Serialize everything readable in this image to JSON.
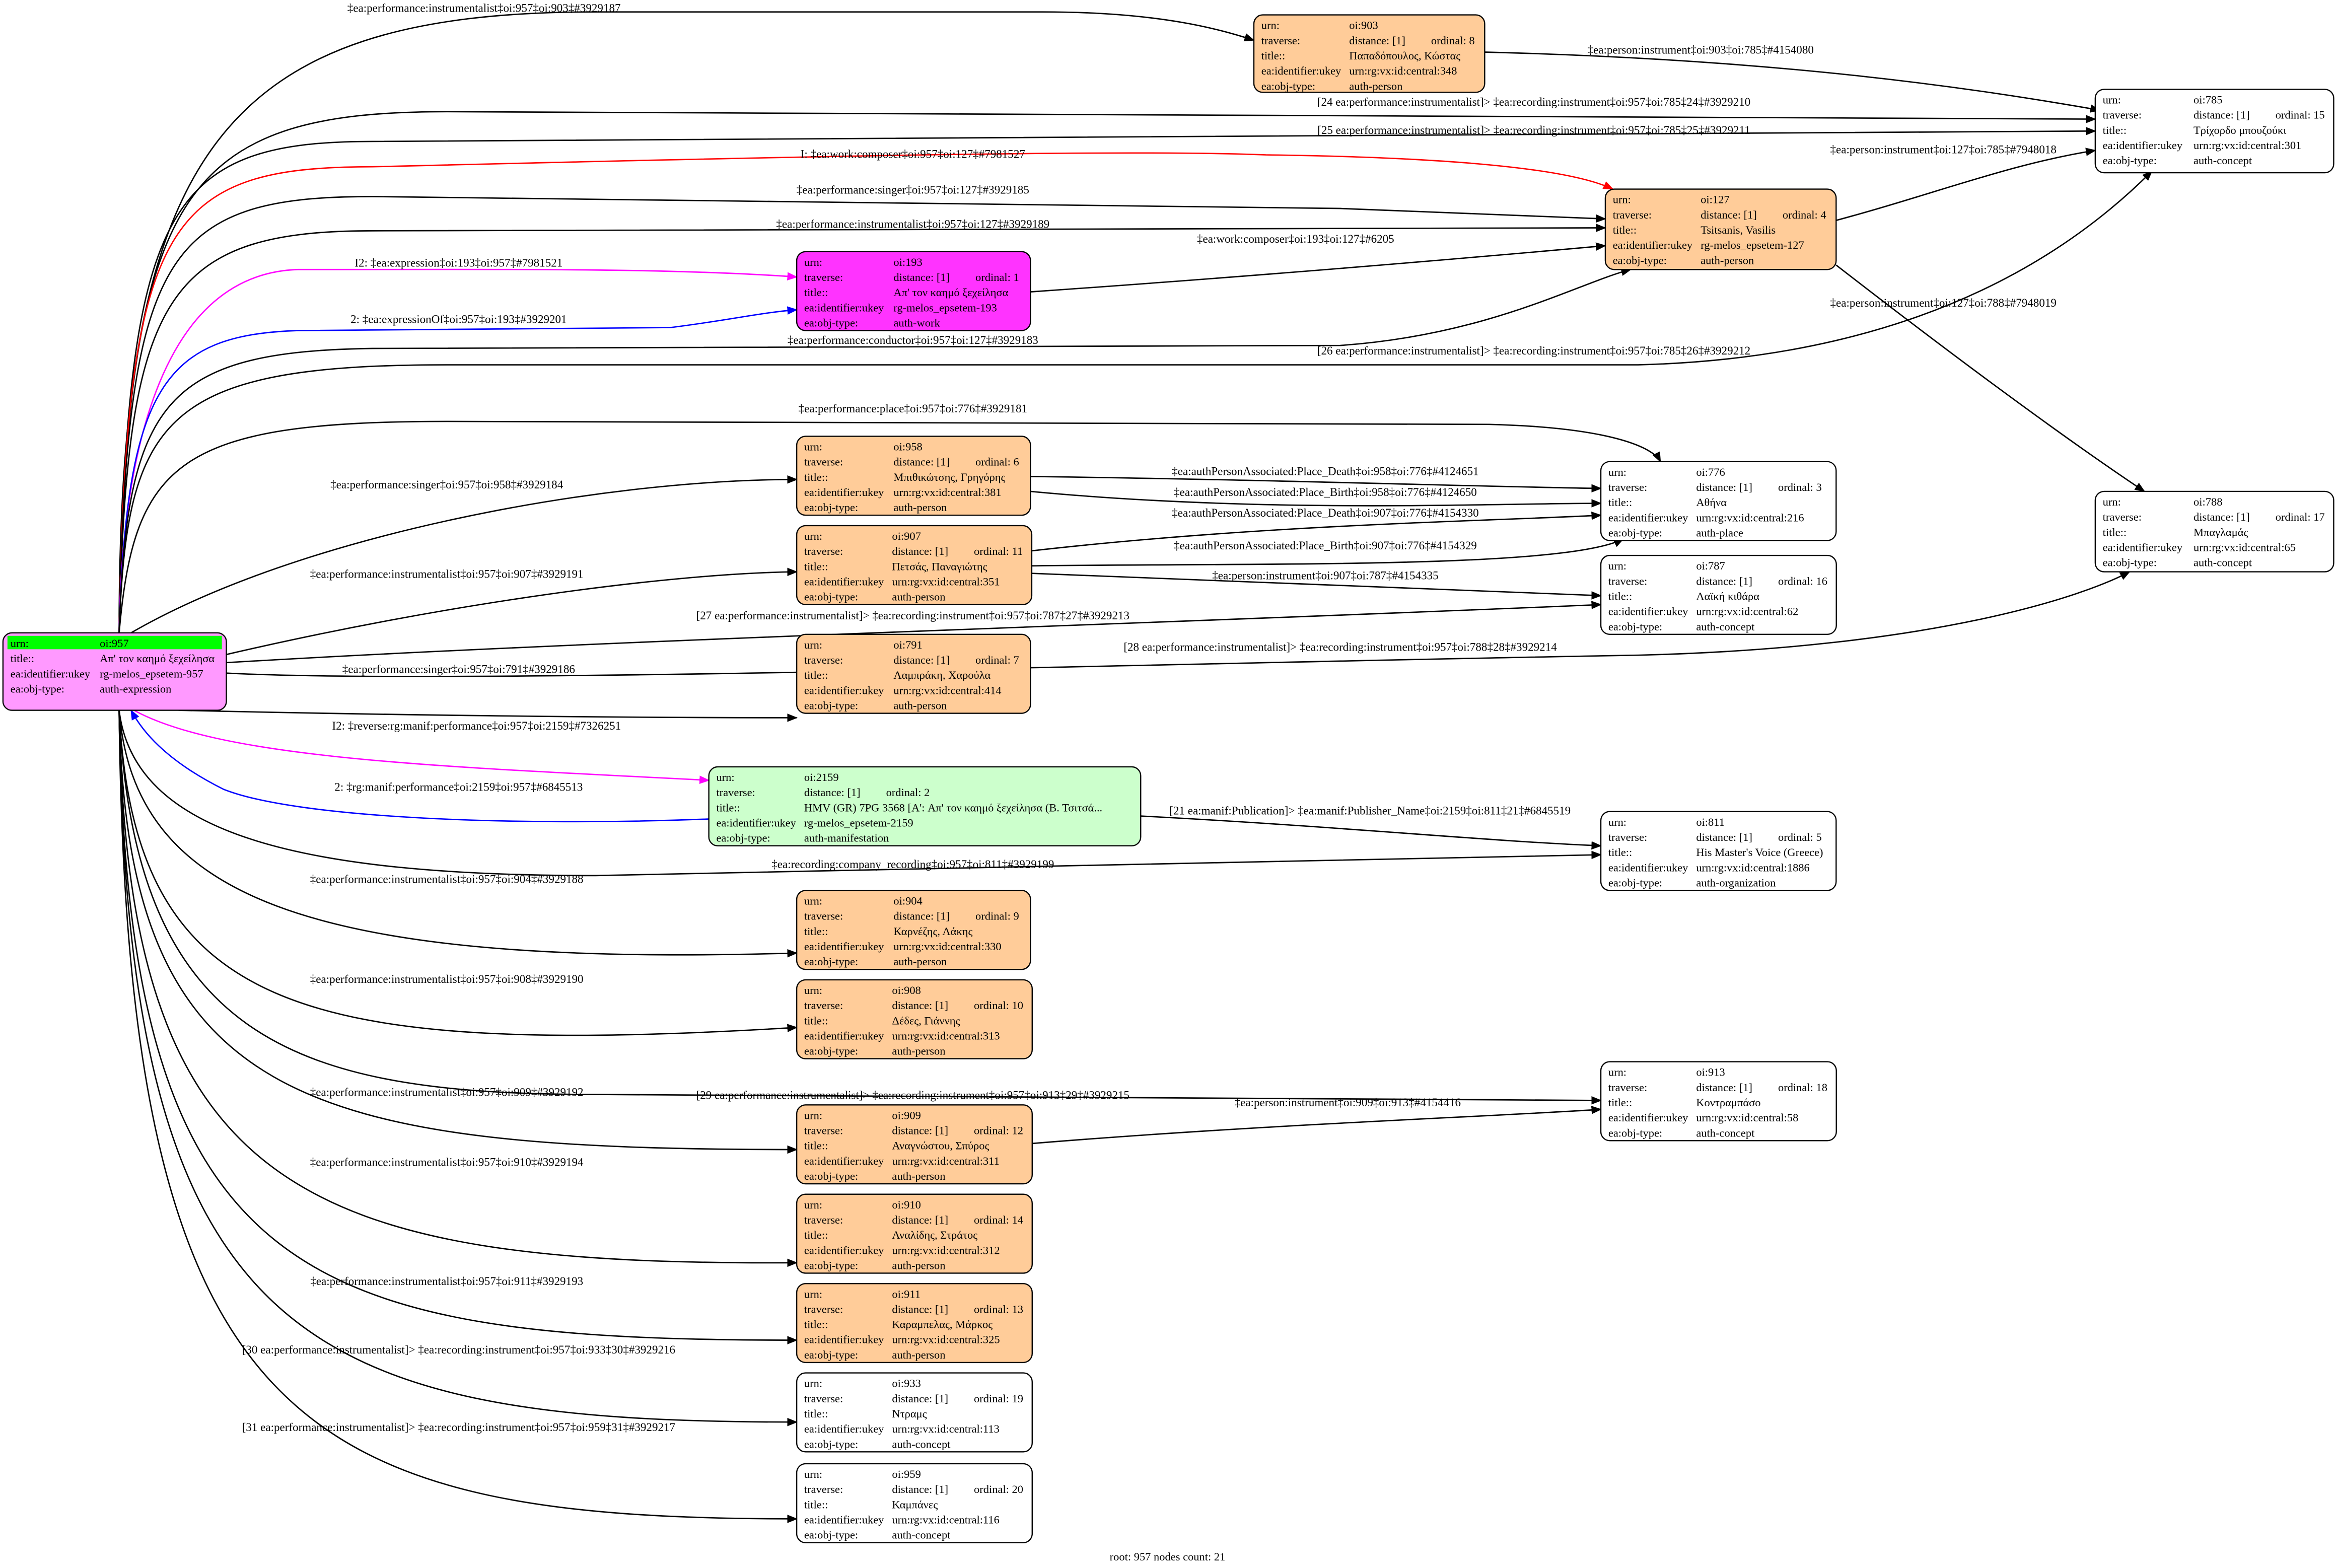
{
  "footer": "root: 957 nodes count: 21",
  "row_labels": {
    "urn": "urn:",
    "traverse": "traverse:",
    "title": "title::",
    "ukey": "ea:identifier:ukey",
    "objtype": "ea:obj-type:"
  },
  "colors": {
    "root": "#ff99ff",
    "root_urn_highlight": "#00ff00",
    "person": "#ffcc99",
    "work": "#ff33ff",
    "manifestation": "#ccffcc",
    "concept": "#ffffff",
    "composer_edge": "#ff0000",
    "expression_edge": "#ff00ff",
    "expressionOf_edge": "#0000ff"
  },
  "nodes": [
    {
      "id": "957",
      "urn": "oi:957",
      "title": "Απ' τον καημό ξεχείλησα",
      "ukey": "rg-melos_epsetem-957",
      "objtype": "auth-expression",
      "fill": "#ff99ff"
    },
    {
      "id": "903",
      "urn": "oi:903",
      "distance": "distance: [1]",
      "ordinal": "ordinal: 8",
      "title": "Παπαδόπουλος, Κώστας",
      "ukey": "urn:rg:vx:id:central:348",
      "objtype": "auth-person",
      "fill": "#ffcc99"
    },
    {
      "id": "785",
      "urn": "oi:785",
      "distance": "distance: [1]",
      "ordinal": "ordinal: 15",
      "title": "Τρίχορδο μπουζούκι",
      "ukey": "urn:rg:vx:id:central:301",
      "objtype": "auth-concept",
      "fill": "#ffffff"
    },
    {
      "id": "127",
      "urn": "oi:127",
      "distance": "distance: [1]",
      "ordinal": "ordinal: 4",
      "title": "Tsitsanis, Vasilis",
      "ukey": "rg-melos_epsetem-127",
      "objtype": "auth-person",
      "fill": "#ffcc99"
    },
    {
      "id": "193",
      "urn": "oi:193",
      "distance": "distance: [1]",
      "ordinal": "ordinal: 1",
      "title": "Απ' τον καημό ξεχείλησα",
      "ukey": "rg-melos_epsetem-193",
      "objtype": "auth-work",
      "fill": "#ff33ff"
    },
    {
      "id": "958",
      "urn": "oi:958",
      "distance": "distance: [1]",
      "ordinal": "ordinal: 6",
      "title": "Μπιθικώτσης, Γρηγόρης",
      "ukey": "urn:rg:vx:id:central:381",
      "objtype": "auth-person",
      "fill": "#ffcc99"
    },
    {
      "id": "907",
      "urn": "oi:907",
      "distance": "distance: [1]",
      "ordinal": "ordinal: 11",
      "title": "Πετσάς, Παναγιώτης",
      "ukey": "urn:rg:vx:id:central:351",
      "objtype": "auth-person",
      "fill": "#ffcc99"
    },
    {
      "id": "776",
      "urn": "oi:776",
      "distance": "distance: [1]",
      "ordinal": "ordinal: 3",
      "title": "Αθήνα",
      "ukey": "urn:rg:vx:id:central:216",
      "objtype": "auth-place",
      "fill": "#ffffff"
    },
    {
      "id": "787",
      "urn": "oi:787",
      "distance": "distance: [1]",
      "ordinal": "ordinal: 16",
      "title": "Λαϊκή κιθάρα",
      "ukey": "urn:rg:vx:id:central:62",
      "objtype": "auth-concept",
      "fill": "#ffffff"
    },
    {
      "id": "788",
      "urn": "oi:788",
      "distance": "distance: [1]",
      "ordinal": "ordinal: 17",
      "title": "Μπαγλαμάς",
      "ukey": "urn:rg:vx:id:central:65",
      "objtype": "auth-concept",
      "fill": "#ffffff"
    },
    {
      "id": "791",
      "urn": "oi:791",
      "distance": "distance: [1]",
      "ordinal": "ordinal: 7",
      "title": "Λαμπράκη, Χαρούλα",
      "ukey": "urn:rg:vx:id:central:414",
      "objtype": "auth-person",
      "fill": "#ffcc99"
    },
    {
      "id": "2159",
      "urn": "oi:2159",
      "distance": "distance: [1]",
      "ordinal": "ordinal: 2",
      "title": "HMV (GR) 7PG 3568 [A': Απ' τον καημό ξεχείλησα (Β. Τσιτσά...",
      "ukey": "rg-melos_epsetem-2159",
      "objtype": "auth-manifestation",
      "fill": "#ccffcc"
    },
    {
      "id": "811",
      "urn": "oi:811",
      "distance": "distance: [1]",
      "ordinal": "ordinal: 5",
      "title": "His Master's Voice (Greece)",
      "ukey": "urn:rg:vx:id:central:1886",
      "objtype": "auth-organization",
      "fill": "#ffffff"
    },
    {
      "id": "904",
      "urn": "oi:904",
      "distance": "distance: [1]",
      "ordinal": "ordinal: 9",
      "title": "Καρνέζης, Λάκης",
      "ukey": "urn:rg:vx:id:central:330",
      "objtype": "auth-person",
      "fill": "#ffcc99"
    },
    {
      "id": "908",
      "urn": "oi:908",
      "distance": "distance: [1]",
      "ordinal": "ordinal: 10",
      "title": "Δέδες, Γιάννης",
      "ukey": "urn:rg:vx:id:central:313",
      "objtype": "auth-person",
      "fill": "#ffcc99"
    },
    {
      "id": "913",
      "urn": "oi:913",
      "distance": "distance: [1]",
      "ordinal": "ordinal: 18",
      "title": "Κοντραμπάσο",
      "ukey": "urn:rg:vx:id:central:58",
      "objtype": "auth-concept",
      "fill": "#ffffff"
    },
    {
      "id": "909",
      "urn": "oi:909",
      "distance": "distance: [1]",
      "ordinal": "ordinal: 12",
      "title": "Αναγνώστου, Σπύρος",
      "ukey": "urn:rg:vx:id:central:311",
      "objtype": "auth-person",
      "fill": "#ffcc99"
    },
    {
      "id": "910",
      "urn": "oi:910",
      "distance": "distance: [1]",
      "ordinal": "ordinal: 14",
      "title": "Αναλίδης, Στράτος",
      "ukey": "urn:rg:vx:id:central:312",
      "objtype": "auth-person",
      "fill": "#ffcc99"
    },
    {
      "id": "911",
      "urn": "oi:911",
      "distance": "distance: [1]",
      "ordinal": "ordinal: 13",
      "title": "Καραμπελας, Μάρκος",
      "ukey": "urn:rg:vx:id:central:325",
      "objtype": "auth-person",
      "fill": "#ffcc99"
    },
    {
      "id": "933",
      "urn": "oi:933",
      "distance": "distance: [1]",
      "ordinal": "ordinal: 19",
      "title": "Ντραμς",
      "ukey": "urn:rg:vx:id:central:113",
      "objtype": "auth-concept",
      "fill": "#ffffff"
    },
    {
      "id": "959",
      "urn": "oi:959",
      "distance": "distance: [1]",
      "ordinal": "ordinal: 20",
      "title": "Καμπάνες",
      "ukey": "urn:rg:vx:id:central:116",
      "objtype": "auth-concept",
      "fill": "#ffffff"
    }
  ],
  "edges": [
    {
      "from": "957",
      "to": "903",
      "label": "‡ea:performance:instrumentalist‡oi:957‡oi:903‡#3929187",
      "color": "#000000"
    },
    {
      "from": "957",
      "to": "785",
      "label": "[24 ea:performance:instrumentalist]> ‡ea:recording:instrument‡oi:957‡oi:785‡24‡#3929210",
      "color": "#000000"
    },
    {
      "from": "957",
      "to": "785",
      "label": "[25 ea:performance:instrumentalist]> ‡ea:recording:instrument‡oi:957‡oi:785‡25‡#3929211",
      "color": "#000000"
    },
    {
      "from": "957",
      "to": "127",
      "label": "I: ‡ea:work:composer‡oi:957‡oi:127‡#7981527",
      "color": "#ff0000"
    },
    {
      "from": "957",
      "to": "127",
      "label": "‡ea:performance:singer‡oi:957‡oi:127‡#3929185",
      "color": "#000000"
    },
    {
      "from": "957",
      "to": "127",
      "label": "‡ea:performance:instrumentalist‡oi:957‡oi:127‡#3929189",
      "color": "#000000"
    },
    {
      "from": "193",
      "to": "957",
      "label": "I2: ‡ea:expression‡oi:193‡oi:957‡#7981521",
      "color": "#ff00ff"
    },
    {
      "from": "957",
      "to": "193",
      "label": "2: ‡ea:expressionOf‡oi:957‡oi:193‡#3929201",
      "color": "#0000ff"
    },
    {
      "from": "957",
      "to": "127",
      "label": "‡ea:performance:conductor‡oi:957‡oi:127‡#3929183",
      "color": "#000000"
    },
    {
      "from": "957",
      "to": "785",
      "label": "[26 ea:performance:instrumentalist]> ‡ea:recording:instrument‡oi:957‡oi:785‡26‡#3929212",
      "color": "#000000"
    },
    {
      "from": "957",
      "to": "776",
      "label": "‡ea:performance:place‡oi:957‡oi:776‡#3929181",
      "color": "#000000"
    },
    {
      "from": "957",
      "to": "958",
      "label": "‡ea:performance:singer‡oi:957‡oi:958‡#3929184",
      "color": "#000000"
    },
    {
      "from": "957",
      "to": "907",
      "label": "‡ea:performance:instrumentalist‡oi:957‡oi:907‡#3929191",
      "color": "#000000"
    },
    {
      "from": "957",
      "to": "787",
      "label": "[27 ea:performance:instrumentalist]> ‡ea:recording:instrument‡oi:957‡oi:787‡27‡#3929213",
      "color": "#000000"
    },
    {
      "from": "957",
      "to": "788",
      "label": "[28 ea:performance:instrumentalist]> ‡ea:recording:instrument‡oi:957‡oi:788‡28‡#3929214",
      "color": "#000000"
    },
    {
      "from": "957",
      "to": "791",
      "label": "‡ea:performance:singer‡oi:957‡oi:791‡#3929186",
      "color": "#000000"
    },
    {
      "from": "957",
      "to": "2159",
      "label": "I2: ‡reverse:rg:manif:performance‡oi:957‡oi:2159‡#7326251",
      "color": "#ff00ff"
    },
    {
      "from": "2159",
      "to": "957",
      "label": "2: ‡rg:manif:performance‡oi:2159‡oi:957‡#6845513",
      "color": "#0000ff"
    },
    {
      "from": "957",
      "to": "811",
      "label": "‡ea:recording:company_recording‡oi:957‡oi:811‡#3929199",
      "color": "#000000"
    },
    {
      "from": "957",
      "to": "904",
      "label": "‡ea:performance:instrumentalist‡oi:957‡oi:904‡#3929188",
      "color": "#000000"
    },
    {
      "from": "957",
      "to": "908",
      "label": "‡ea:performance:instrumentalist‡oi:957‡oi:908‡#3929190",
      "color": "#000000"
    },
    {
      "from": "957",
      "to": "913",
      "label": "[29 ea:performance:instrumentalist]> ‡ea:recording:instrument‡oi:957‡oi:913‡29‡#3929215",
      "color": "#000000"
    },
    {
      "from": "957",
      "to": "909",
      "label": "‡ea:performance:instrumentalist‡oi:957‡oi:909‡#3929192",
      "color": "#000000"
    },
    {
      "from": "957",
      "to": "910",
      "label": "‡ea:performance:instrumentalist‡oi:957‡oi:910‡#3929194",
      "color": "#000000"
    },
    {
      "from": "957",
      "to": "911",
      "label": "‡ea:performance:instrumentalist‡oi:957‡oi:911‡#3929193",
      "color": "#000000"
    },
    {
      "from": "957",
      "to": "933",
      "label": "[30 ea:performance:instrumentalist]> ‡ea:recording:instrument‡oi:957‡oi:933‡30‡#3929216",
      "color": "#000000"
    },
    {
      "from": "957",
      "to": "959",
      "label": "[31 ea:performance:instrumentalist]> ‡ea:recording:instrument‡oi:957‡oi:959‡31‡#3929217",
      "color": "#000000"
    },
    {
      "from": "903",
      "to": "785",
      "label": "‡ea:person:instrument‡oi:903‡oi:785‡#4154080",
      "color": "#000000"
    },
    {
      "from": "127",
      "to": "785",
      "label": "‡ea:person:instrument‡oi:127‡oi:785‡#7948018",
      "color": "#000000"
    },
    {
      "from": "193",
      "to": "127",
      "label": "‡ea:work:composer‡oi:193‡oi:127‡#6205",
      "color": "#000000"
    },
    {
      "from": "127",
      "to": "788",
      "label": "‡ea:person:instrument‡oi:127‡oi:788‡#7948019",
      "color": "#000000"
    },
    {
      "from": "958",
      "to": "776",
      "label": "‡ea:authPersonAssociated:Place_Death‡oi:958‡oi:776‡#4124651",
      "color": "#000000"
    },
    {
      "from": "958",
      "to": "776",
      "label": "‡ea:authPersonAssociated:Place_Birth‡oi:958‡oi:776‡#4124650",
      "color": "#000000"
    },
    {
      "from": "907",
      "to": "776",
      "label": "‡ea:authPersonAssociated:Place_Death‡oi:907‡oi:776‡#4154330",
      "color": "#000000"
    },
    {
      "from": "907",
      "to": "776",
      "label": "‡ea:authPersonAssociated:Place_Birth‡oi:907‡oi:776‡#4154329",
      "color": "#000000"
    },
    {
      "from": "907",
      "to": "787",
      "label": "‡ea:person:instrument‡oi:907‡oi:787‡#4154335",
      "color": "#000000"
    },
    {
      "from": "2159",
      "to": "811",
      "label": "[21 ea:manif:Publication]> ‡ea:manif:Publisher_Name‡oi:2159‡oi:811‡21‡#6845519",
      "color": "#000000"
    },
    {
      "from": "909",
      "to": "913",
      "label": "‡ea:person:instrument‡oi:909‡oi:913‡#4154416",
      "color": "#000000"
    }
  ]
}
